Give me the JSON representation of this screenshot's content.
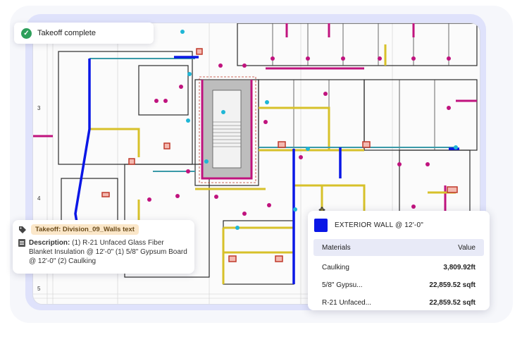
{
  "toast": {
    "text": "Takeoff complete",
    "icon": "check-circle-icon",
    "color": "#2e9f5b"
  },
  "grid_labels": [
    "3",
    "4",
    "5"
  ],
  "takeoff_card": {
    "tag": "Takeoff: Division_09_Walls text",
    "desc_label": "Description:",
    "desc_text": "(1) R-21 Unfaced Glass Fiber Blanket Insulation @ 12'-0\" (1) 5/8\" Gypsum Board @ 12'-0\" (2) Caulking"
  },
  "materials_card": {
    "swatch_color": "#0a17e6",
    "title": "EXTERIOR WALL @ 12'-0\"",
    "col_materials": "Materials",
    "col_value": "Value",
    "rows": [
      {
        "name": "Caulking",
        "value": "3,809.92ft"
      },
      {
        "name": "5/8\" Gypsu...",
        "value": "22,859.52 sqft"
      },
      {
        "name": "R-21 Unfaced...",
        "value": "22,859.52 sqft"
      }
    ]
  }
}
